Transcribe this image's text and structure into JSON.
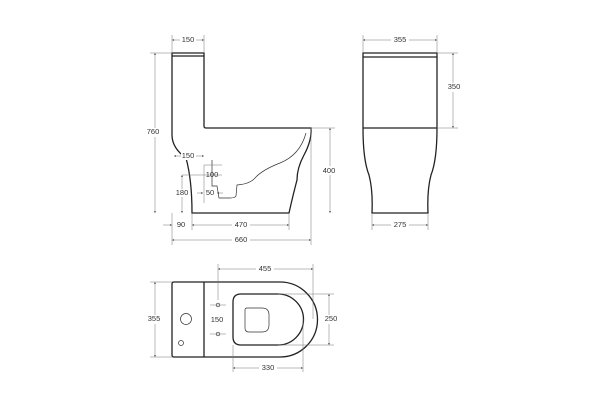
{
  "side_view": {
    "dims": {
      "tank_depth": "150",
      "total_height": "760",
      "seat_height": "400",
      "outlet_to_wall": "150",
      "outlet_height_offset": "100",
      "outlet_height": "180",
      "outlet_width": "50",
      "rear_offset": "90",
      "base_length": "470",
      "total_length": "660"
    }
  },
  "front_view": {
    "dims": {
      "top_width": "355",
      "tank_height": "350",
      "base_width": "275"
    }
  },
  "top_view": {
    "dims": {
      "bowl_length": "455",
      "total_width": "355",
      "bolt_spacing": "150",
      "seat_width": "250",
      "seat_length": "330"
    }
  }
}
